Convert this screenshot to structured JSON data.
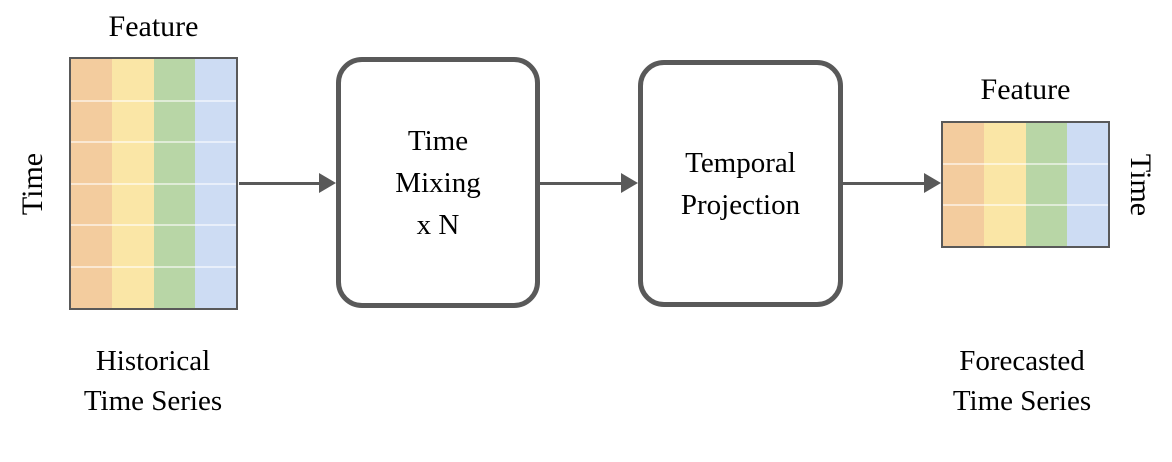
{
  "diagram": {
    "stripe_colors": [
      "#F3CC9E",
      "#FAE6A6",
      "#B8D6A6",
      "#CDDCF3"
    ],
    "colors": {
      "stroke": "#595959",
      "text": "#000000",
      "background": "#FFFFFF",
      "row_divider": "rgba(255,255,255,0.55)"
    },
    "input": {
      "feature_label": "Feature",
      "time_label": "Time",
      "caption_line1": "Historical",
      "caption_line2": "Time Series",
      "rows": 6,
      "cols": 4
    },
    "blocks": [
      {
        "lines": [
          "Time",
          "Mixing",
          "x N"
        ]
      },
      {
        "lines": [
          "Temporal",
          "Projection"
        ]
      }
    ],
    "output": {
      "feature_label": "Feature",
      "time_label": "Time",
      "caption_line1": "Forecasted",
      "caption_line2": "Time Series",
      "rows": 3,
      "cols": 4
    }
  }
}
